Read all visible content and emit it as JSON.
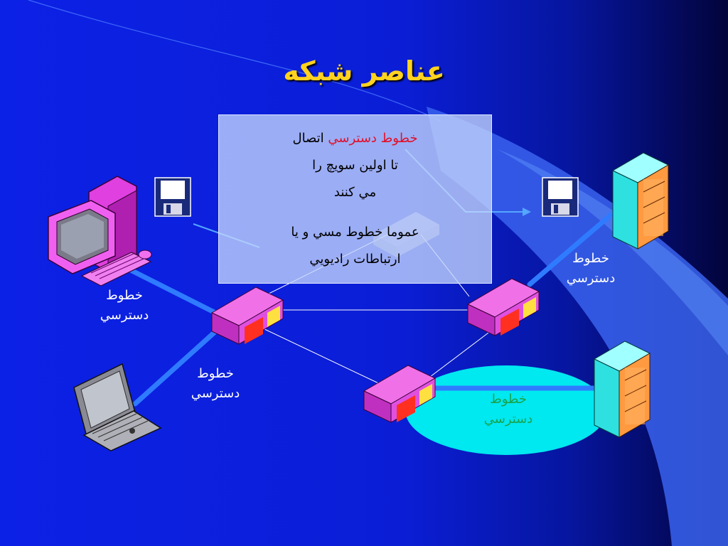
{
  "slide": {
    "title": "عناصر شبكه",
    "info_box": {
      "line1_highlight": "خطوط دسترسي",
      "line1_rest": " اتصال",
      "line2": "تا اولين سويچ را",
      "line3": "مي كنند",
      "line4": "عموما خطوط مسي و يا",
      "line5": "ارتباطات راديويي"
    },
    "labels": [
      {
        "line1": "خطوط",
        "line2": "دسترسي"
      },
      {
        "line1": "خطوط",
        "line2": "دسترسي"
      },
      {
        "line1": "خطوط",
        "line2": "دسترسي"
      },
      {
        "line1": "خطوط",
        "line2": "دسترسي"
      }
    ],
    "colors": {
      "title": "#ffd21f",
      "highlight": "#e0102a",
      "green_label": "#1aa34a",
      "access_line": "#2f7bff",
      "server": "#2fe0e0",
      "computer": "#e040e0",
      "switch": "#e040d8",
      "cloud": "#00e8f0"
    }
  }
}
